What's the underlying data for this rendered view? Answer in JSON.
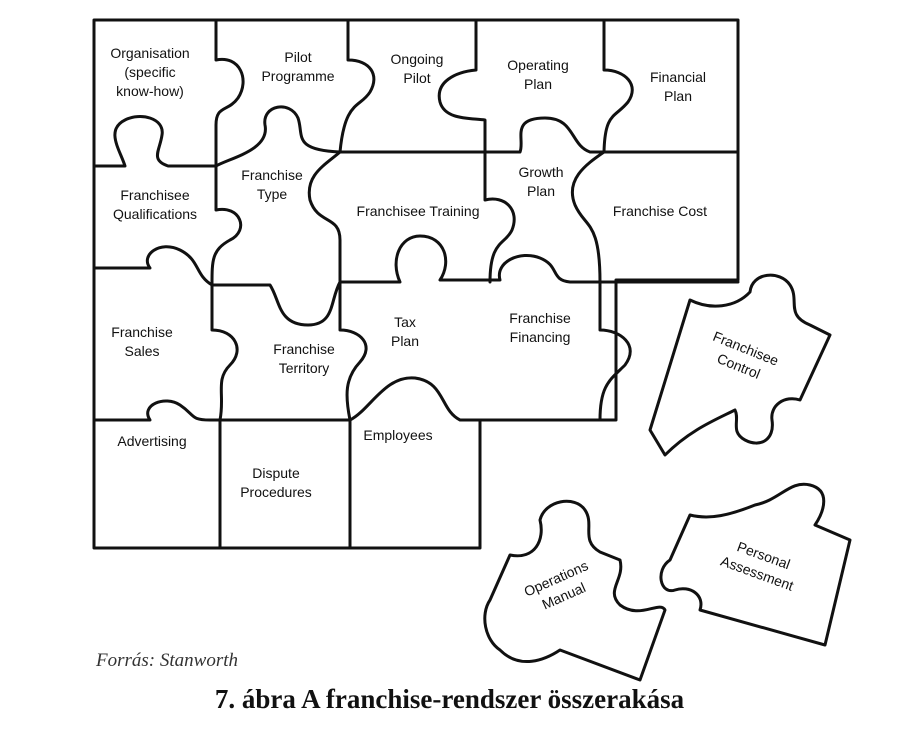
{
  "pieces": {
    "organisation": [
      "Organisation",
      "(specific",
      "know-how)"
    ],
    "pilot_programme": [
      "Pilot",
      "Programme"
    ],
    "ongoing_pilot": [
      "Ongoing",
      "Pilot"
    ],
    "operating_plan": [
      "Operating",
      "Plan"
    ],
    "financial_plan": [
      "Financial",
      "Plan"
    ],
    "franchisee_qualifications": [
      "Franchisee",
      "Qualifications"
    ],
    "franchise_type": [
      "Franchise",
      "Type"
    ],
    "franchisee_training": [
      "Franchisee Training"
    ],
    "growth_plan": [
      "Growth",
      "Plan"
    ],
    "franchise_cost": [
      "Franchise Cost"
    ],
    "franchise_sales": [
      "Franchise",
      "Sales"
    ],
    "franchise_territory": [
      "Franchise",
      "Territory"
    ],
    "tax_plan": [
      "Tax",
      "Plan"
    ],
    "franchise_financing": [
      "Franchise",
      "Financing"
    ],
    "advertising": [
      "Advertising"
    ],
    "dispute_procedures": [
      "Dispute",
      "Procedures"
    ],
    "employees": [
      "Employees"
    ],
    "franchisee_control": [
      "Franchisee",
      "Control"
    ],
    "operations_manual": [
      "Operations",
      "Manual"
    ],
    "personal_assessment": [
      "Personal",
      "Assessment"
    ]
  },
  "source": "Forrás: Stanworth",
  "caption": "7. ábra A franchise-rendszer összerakása",
  "colors": {
    "ink": "#111111",
    "paper": "#ffffff"
  }
}
